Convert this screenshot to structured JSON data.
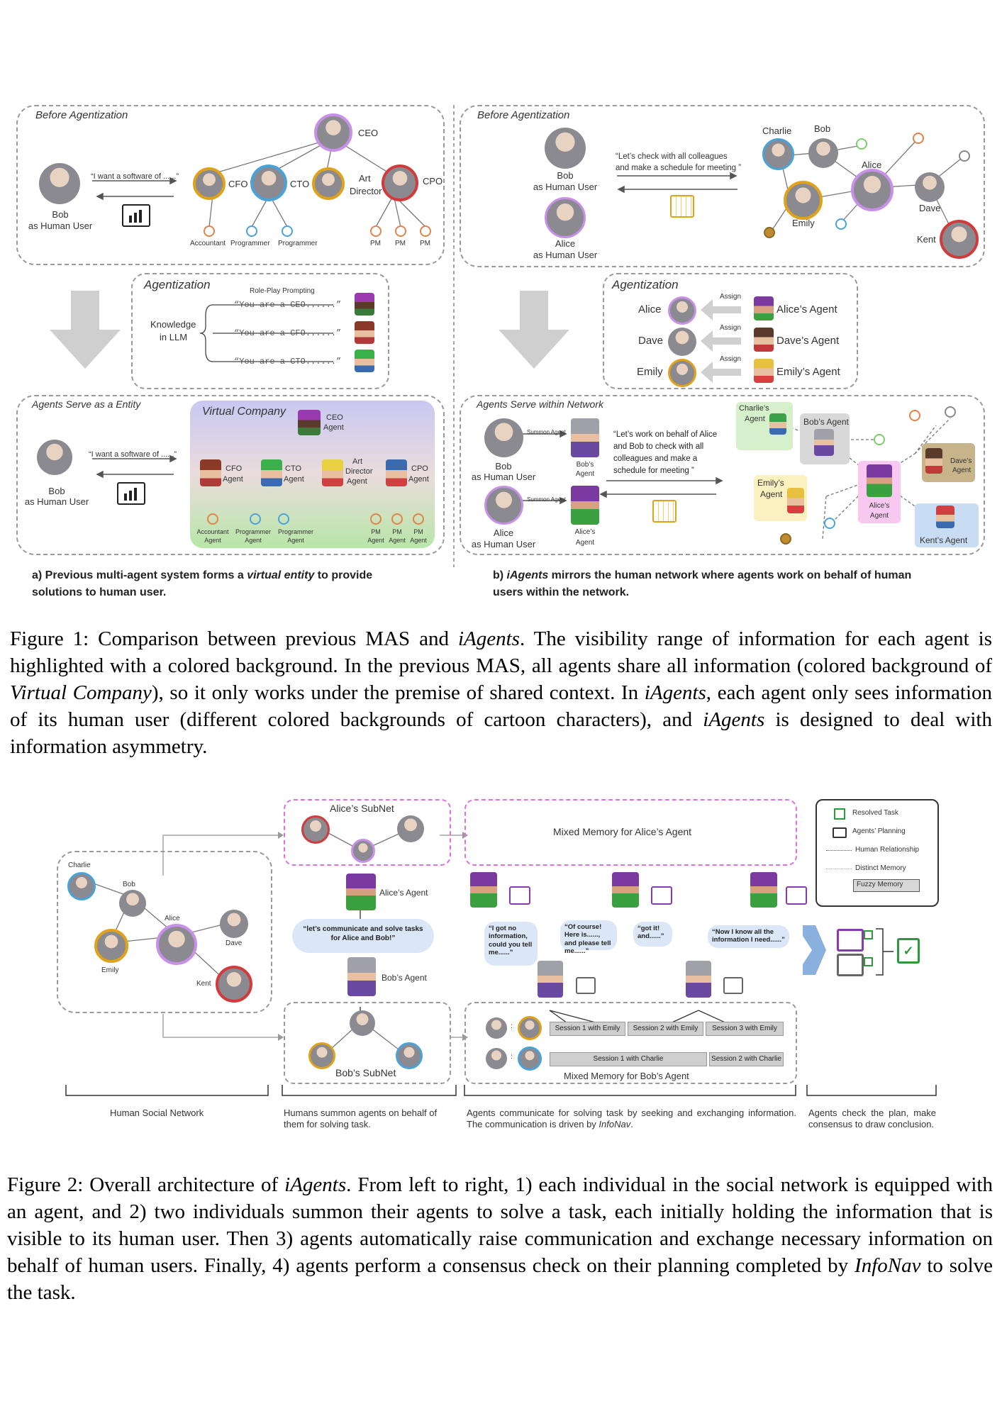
{
  "fig1": {
    "left_panel": {
      "before_label": "Before Agentization",
      "bob_label": "Bob",
      "bob_role": "as Human User",
      "request_quote": "“I want a software of ......”",
      "ceo": "CEO",
      "cfo": "CFO",
      "cto": "CTO",
      "art_director_1": "Art",
      "art_director_2": "Director",
      "cpo": "CPO",
      "accountant": "Accountant",
      "programmer_a": "Programmer",
      "programmer_b": "Programmer",
      "pm_a": "PM",
      "pm_b": "PM",
      "pm_c": "PM",
      "agentization_label": "Agentization",
      "role_play": "Role-Play Prompting",
      "knowledge_1": "Knowledge",
      "knowledge_2": "in LLM",
      "prompt_ceo": "“You are a CEO......”",
      "prompt_cfo": "“You are a CFO......”",
      "prompt_cto": "“You are a CTO......”",
      "serve_label": "Agents Serve as a Entity",
      "virtual_company": "Virtual Company",
      "ceo_agent_1": "CEO",
      "ceo_agent_2": "Agent",
      "cfo_agent_1": "CFO",
      "cfo_agent_2": "Agent",
      "cto_agent_1": "CTO",
      "cto_agent_2": "Agent",
      "art_agent_1": "Art",
      "art_agent_2": "Director",
      "art_agent_3": "Agent",
      "cpo_agent_1": "CPO",
      "cpo_agent_2": "Agent",
      "acc_agent_1": "Accountant",
      "acc_agent_2": "Agent",
      "prog_agent_a1": "Programmer",
      "prog_agent_a2": "Agent",
      "prog_agent_b1": "Programmer",
      "prog_agent_b2": "Agent",
      "pm_agent_a1": "PM",
      "pm_agent_a2": "Agent",
      "pm_agent_b1": "PM",
      "pm_agent_b2": "Agent",
      "pm_agent_c1": "PM",
      "pm_agent_c2": "Agent",
      "caption_a_1": "a) Previous multi-agent system forms a ",
      "caption_a_em": "virtual entity",
      "caption_a_2": " to provide",
      "caption_a_3": "solutions  to human user."
    },
    "right_panel": {
      "before_label": "Before Agentization",
      "bob_label": "Bob",
      "bob_role": "as Human User",
      "alice_label": "Alice",
      "alice_role": "as Human User",
      "quote_1": "“Let’s check with all colleagues",
      "quote_2": "and make a schedule for meeting ”",
      "charlie": "Charlie",
      "bob": "Bob",
      "alice": "Alice",
      "dave": "Dave",
      "emily": "Emily",
      "kent": "Kent",
      "agentization_label": "Agentization",
      "assign_1": "Assign",
      "assign_2": "Assign",
      "assign_3": "Assign",
      "alice_row": "Alice",
      "dave_row": "Dave",
      "emily_row": "Emily",
      "alice_agent": "Alice’s Agent",
      "dave_agent": "Dave’s Agent",
      "emily_agent": "Emily’s Agent",
      "serve_label": "Agents Serve within Network",
      "summon_1": "Summon Agent",
      "summon_2": "Summon Agent",
      "bobs_agent_1": "Bob’s",
      "bobs_agent_2": "Agent",
      "alices_agent_1": "Alice’s",
      "alices_agent_2": "Agent",
      "network_quote_1": "“Let’s work on behalf of Alice",
      "network_quote_2": "and Bob to check with all",
      "network_quote_3": "colleagues and make a",
      "network_quote_4": "schedule for meeting ”",
      "charlie_agent_1": "Charlie’s",
      "charlie_agent_2": "Agent",
      "bob_agent_net": "Bob’s Agent",
      "dave_agent_net_1": "Dave’s",
      "dave_agent_net_2": "Agent",
      "emily_agent_net_1": "Emily’s",
      "emily_agent_net_2": "Agent",
      "alice_agent_net_1": "Alice’s",
      "alice_agent_net_2": "Agent",
      "kent_agent_net": "Kent’s Agent",
      "caption_b_em": "iAgents",
      "caption_b_1": " mirrors the human network where agents work on behalf of human",
      "caption_b_2": "users within the network.",
      "caption_b_prefix": "b) "
    },
    "caption": {
      "p1": "Figure 1:  Comparison between previous MAS and ",
      "em1": "iAgents",
      "p2": ".  The visibility range of information for each agent is highlighted with a colored background.  In the previous MAS, all agents share all information (colored background of ",
      "em2": "Virtual Company",
      "p3": "), so it only works under the premise of shared context. In ",
      "em3": "iAgents",
      "p4": ", each agent only sees information of its human user (different colored backgrounds of cartoon characters), and ",
      "em4": "iAgents",
      "p5": " is designed to deal with information asymmetry."
    }
  },
  "fig2": {
    "social": {
      "charlie": "Charlie",
      "bob": "Bob",
      "alice": "Alice",
      "dave": "Dave",
      "emily": "Emily",
      "kent": "Kent"
    },
    "alice_subnet": "Alice’s SubNet",
    "bob_subnet": "Bob’s SubNet",
    "alices_agent": "Alice’s Agent",
    "bobs_agent": "Bob’s Agent",
    "cloud_text": "“let’s communicate and solve tasks for Alice and Bob!”",
    "mixed_alice": "Mixed Memory  for Alice’s Agent",
    "mixed_bob": "Mixed Memory for Bob’s Agent",
    "bubble_1": "“I got no information, could you tell me......”",
    "bubble_2": "“Of course! Here is......, and please tell me......”",
    "bubble_3": "“got it! and......”",
    "bubble_4": "“Now I know all the information I need......”",
    "sessions_emily": [
      "Session 1 with Emily",
      "Session 2 with Emily",
      "Session 3 with Emily"
    ],
    "sessions_charlie": [
      "Session 1 with Charlie",
      "Session 2 with Charlie"
    ],
    "legend": {
      "resolved": "Resolved Task",
      "planning": "Agents’ Planning",
      "relationship": "Human Relationship",
      "distinct": "Distinct Memory",
      "fuzzy": "Fuzzy Memory"
    },
    "stage_1": "Human Social Network",
    "stage_2": "Humans summon agents on behalf of them for solving task.",
    "stage_3a": "Agents communicate for solving task by seeking and exchanging information. The communication is driven by ",
    "stage_3em": "InfoNav",
    "stage_3b": ".",
    "stage_4": "Agents check the plan, make consensus to draw conclusion.",
    "caption": {
      "p1": "Figure 2:  Overall architecture of ",
      "em1": "iAgents",
      "p2": ".  From left to right, 1) each individual in the social network is equipped with an agent, and 2) two individuals summon their agents to solve a task, each initially holding the information that is visible to its human user. Then 3) agents automatically raise communication and exchange necessary information on behalf of human users. Finally, 4) agents perform a consensus check on their planning completed by ",
      "em2": "InfoNav",
      "p3": " to solve the task."
    }
  },
  "colors": {
    "purple": "#b04fc0",
    "orange": "#e0844c",
    "blue": "#4aa3d8",
    "green": "#7ccf6a",
    "red": "#d23b3b",
    "gold": "#e0a21a",
    "pink_dash": "#e070e0",
    "vc_top": "#c9c8f2",
    "vc_bottom": "#b8e6a8"
  }
}
